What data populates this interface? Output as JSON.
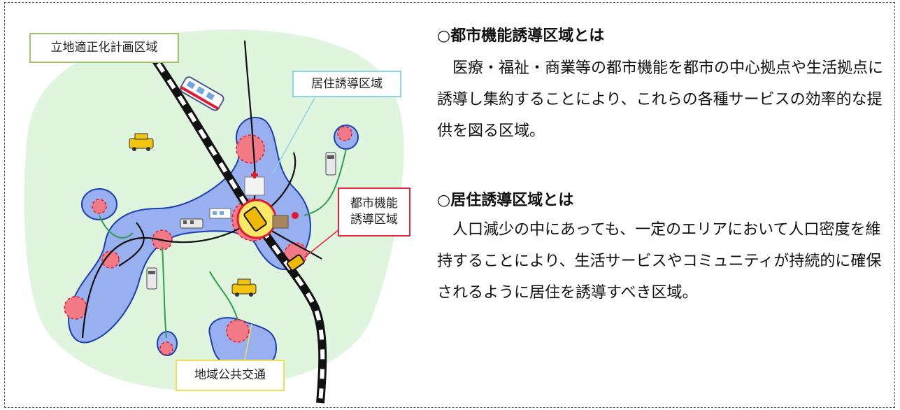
{
  "map": {
    "labels": {
      "planning_area": "立地適正化計画区域",
      "residence_area": "居住誘導区域",
      "urban_function_area": "都市機能\n誘導区域",
      "public_transport": "地域公共交通"
    },
    "colors": {
      "planning_area_fill": "#dff5dd",
      "residence_area_fill": "#98b0ef",
      "residence_area_stroke": "#1b3fae",
      "urban_function_fill": "#f27a86",
      "transit_line": "#2e9e4f",
      "railway": "#111111",
      "road": "#111111"
    },
    "icons": [
      "train-icon",
      "taxi-icon",
      "bus-icon",
      "hospital-icon",
      "station-icon",
      "shop-icon"
    ]
  },
  "sections": [
    {
      "title": "○都市機能誘導区域とは",
      "body": "医療・福祉・商業等の都市機能を都市の中心拠点や生活拠点に誘導し集約することにより、これらの各種サービスの効率的な提供を図る区域。"
    },
    {
      "title": "○居住誘導区域とは",
      "body": "人口減少の中にあっても、一定のエリアにおいて人口密度を維持することにより、生活サービスやコミュニティが持続的に確保されるように居住を誘導すべき区域。"
    }
  ]
}
